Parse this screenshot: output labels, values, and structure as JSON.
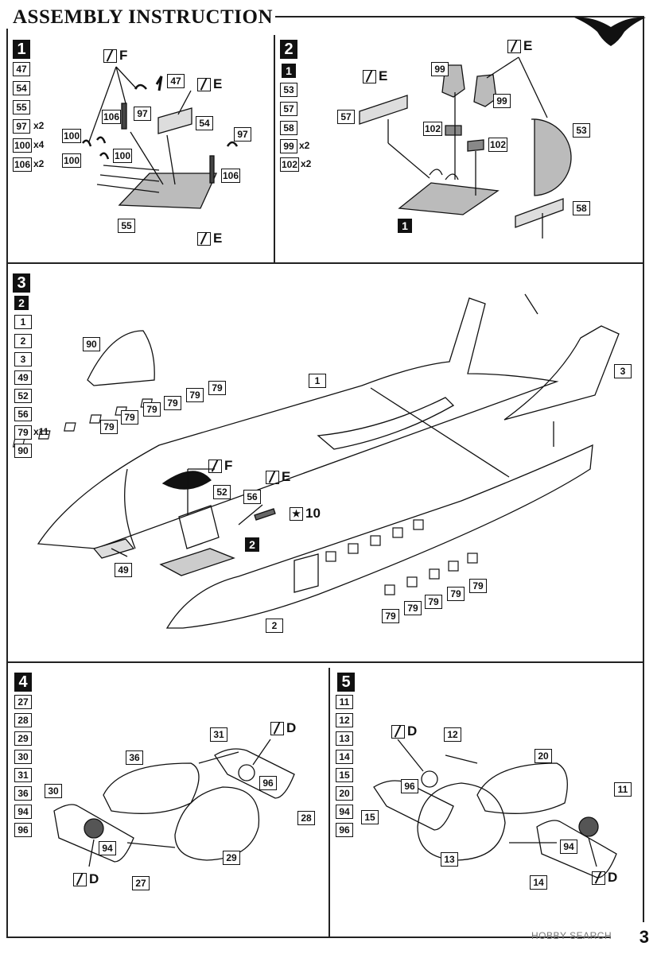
{
  "header": {
    "title": "ASSEMBLY INSTRUCTION",
    "page_number": "3",
    "watermark": "HOBBY SEARCH",
    "logo": "owl-logo"
  },
  "steps": [
    {
      "number": "1",
      "parts_list": [
        "47",
        "54",
        "55",
        "97",
        "100",
        "106"
      ],
      "multipliers": {
        "97": "x2",
        "100": "x4",
        "106": "x2"
      },
      "callouts": [
        "47",
        "106",
        "97",
        "54",
        "100",
        "100",
        "100",
        "97",
        "106",
        "55"
      ],
      "paints": [
        "F",
        "E",
        "E"
      ]
    },
    {
      "number": "2",
      "prereq": "1",
      "parts_list": [
        "53",
        "57",
        "58",
        "99",
        "102"
      ],
      "multipliers": {
        "99": "x2",
        "102": "x2"
      },
      "callouts": [
        "99",
        "99",
        "57",
        "102",
        "102",
        "53",
        "58"
      ],
      "paints": [
        "E",
        "E"
      ],
      "sub_ref": "1"
    },
    {
      "number": "3",
      "prereq": "2",
      "parts_list": [
        "1",
        "2",
        "3",
        "49",
        "52",
        "56",
        "79",
        "90"
      ],
      "multipliers": {
        "79": "x11"
      },
      "callouts": [
        "90",
        "1",
        "3",
        "52",
        "56",
        "49",
        "2",
        "79"
      ],
      "paints": [
        "F",
        "E"
      ],
      "decal": "10",
      "sub_ref": "2"
    },
    {
      "number": "4",
      "parts_list": [
        "27",
        "28",
        "29",
        "30",
        "31",
        "36",
        "94",
        "96"
      ],
      "callouts": [
        "31",
        "36",
        "96",
        "30",
        "28",
        "94",
        "29",
        "27"
      ],
      "paints": [
        "D",
        "D"
      ]
    },
    {
      "number": "5",
      "parts_list": [
        "11",
        "12",
        "13",
        "14",
        "15",
        "20",
        "94",
        "96"
      ],
      "callouts": [
        "12",
        "20",
        "96",
        "11",
        "15",
        "94",
        "13",
        "14"
      ],
      "paints": [
        "D",
        "D"
      ]
    }
  ]
}
